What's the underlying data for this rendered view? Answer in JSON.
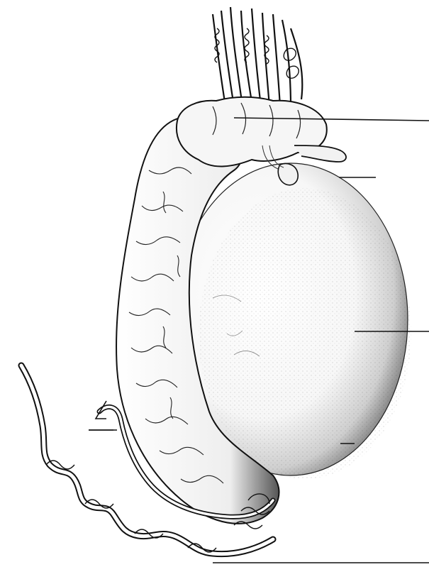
{
  "figure": {
    "subject": "testis-and-epididymis",
    "line_color": "#111111",
    "background_color": "#ffffff",
    "leader_lines": [
      {
        "id": "head-of-epididymis"
      },
      {
        "id": "appendix-of-testis"
      },
      {
        "id": "testis-body"
      },
      {
        "id": "lower-pole"
      },
      {
        "id": "ductus-deferens"
      },
      {
        "id": "tail-of-epididymis"
      }
    ]
  }
}
